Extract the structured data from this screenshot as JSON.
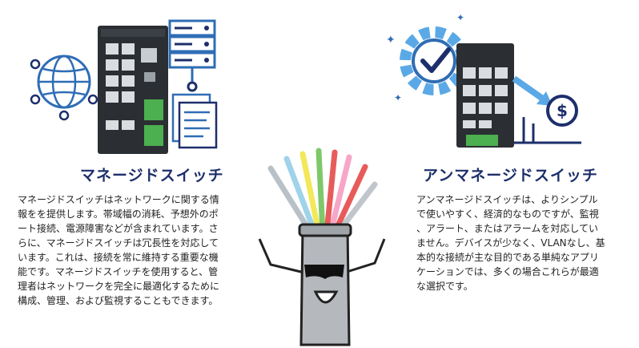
{
  "managed": {
    "title": "マネージドスイッチ",
    "lines": [
      "マネージドスイッチはネットワークに関する情",
      "報をを提供します。帯域幅の消耗、予想外のポ",
      "ート接続、電源障害などが含まれています。さ",
      "らに、マネージドスイッチは冗長性を対応して",
      "います。これは、接続を常に維持する重要な機",
      "能です。マネージドスイッチを使用すると、管",
      "理者はネットワークを完全に最適化するために",
      "構成、管理、および監視することもできます。"
    ],
    "icons": [
      "globe-network-icon",
      "server-stack-icon",
      "document-list-icon"
    ]
  },
  "unmanaged": {
    "title": "アンマネージドスイッチ",
    "lines": [
      "アンマネージドスイッチは、よりシンプル",
      "で使いやすく、経済的なものですが、監視",
      "、アラート、またはアラームを対応してい",
      "ません。デバイスが少なく、VLANなし、基",
      "本的な接続が主な目的である単純なアプリ",
      "ケーションでは、多くの場合これらが最適",
      "な選択です。"
    ],
    "icons": [
      "gear-check-icon",
      "dollar-coin-icon",
      "arrow-icon"
    ]
  },
  "colors": {
    "navy": "#1d2f6b",
    "blue": "#2f6db5",
    "light_blue": "#5aa9e6",
    "device": "#2b2f33",
    "port_green": "#4caf50"
  }
}
